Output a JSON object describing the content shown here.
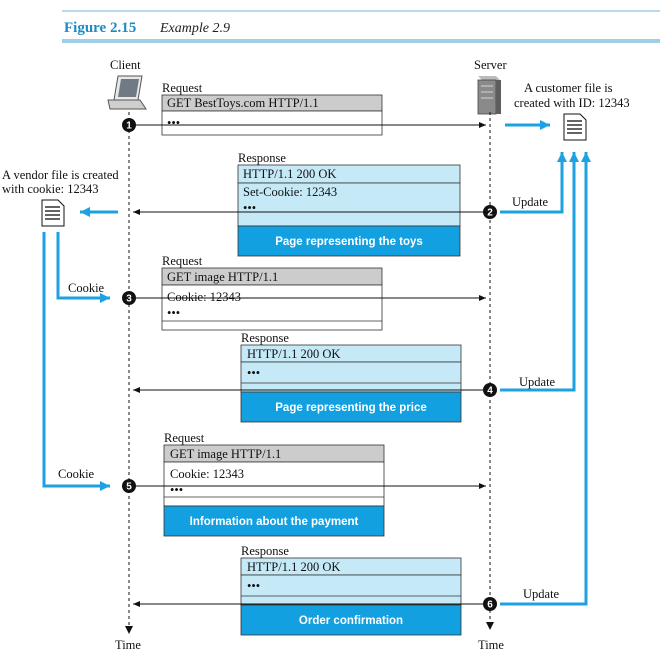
{
  "figure": {
    "number": "Figure 2.15",
    "caption": "Example 2.9",
    "accent_color": "#1a8bc4",
    "header_bar_color": "#9fcfe6"
  },
  "actors": {
    "client": "Client",
    "server": "Server",
    "client_time": "Time",
    "server_time": "Time"
  },
  "files": {
    "customer_line1": "A customer file is",
    "customer_line2": "created with ID: 12343",
    "vendor_line1": "A vendor file is created",
    "vendor_line2": "with cookie: 12343"
  },
  "colors": {
    "message_header_gray": "#cccccc",
    "message_body_light_blue": "#c6e9f8",
    "payload_blue": "#13a0e1",
    "arrow_blue": "#1da1e2"
  },
  "steps": [
    {
      "num": "1",
      "direction": "request",
      "title": "Request",
      "lines": [
        "GET  BestToys.com  HTTP/1.1",
        "•••"
      ],
      "payload": ""
    },
    {
      "num": "2",
      "direction": "response",
      "title": "Response",
      "lines": [
        "HTTP/1.1  200  OK",
        "Set-Cookie: 12343",
        "•••"
      ],
      "payload": "Page representing the toys",
      "side_label": "Update"
    },
    {
      "num": "3",
      "direction": "request",
      "title": "Request",
      "lines": [
        "GET  image  HTTP/1.1",
        "Cookie: 12343",
        "•••"
      ],
      "payload": "",
      "side_label": "Cookie"
    },
    {
      "num": "4",
      "direction": "response",
      "title": "Response",
      "lines": [
        "HTTP/1.1  200  OK",
        "•••"
      ],
      "payload": "Page representing the price",
      "side_label": "Update"
    },
    {
      "num": "5",
      "direction": "request",
      "title": "Request",
      "lines": [
        "GET  image  HTTP/1.1",
        "Cookie: 12343",
        "•••"
      ],
      "payload": "Information about the payment",
      "side_label": "Cookie"
    },
    {
      "num": "6",
      "direction": "response",
      "title": "Response",
      "lines": [
        "HTTP/1.1  200  OK",
        "•••"
      ],
      "payload": "Order confirmation",
      "side_label": "Update"
    }
  ]
}
